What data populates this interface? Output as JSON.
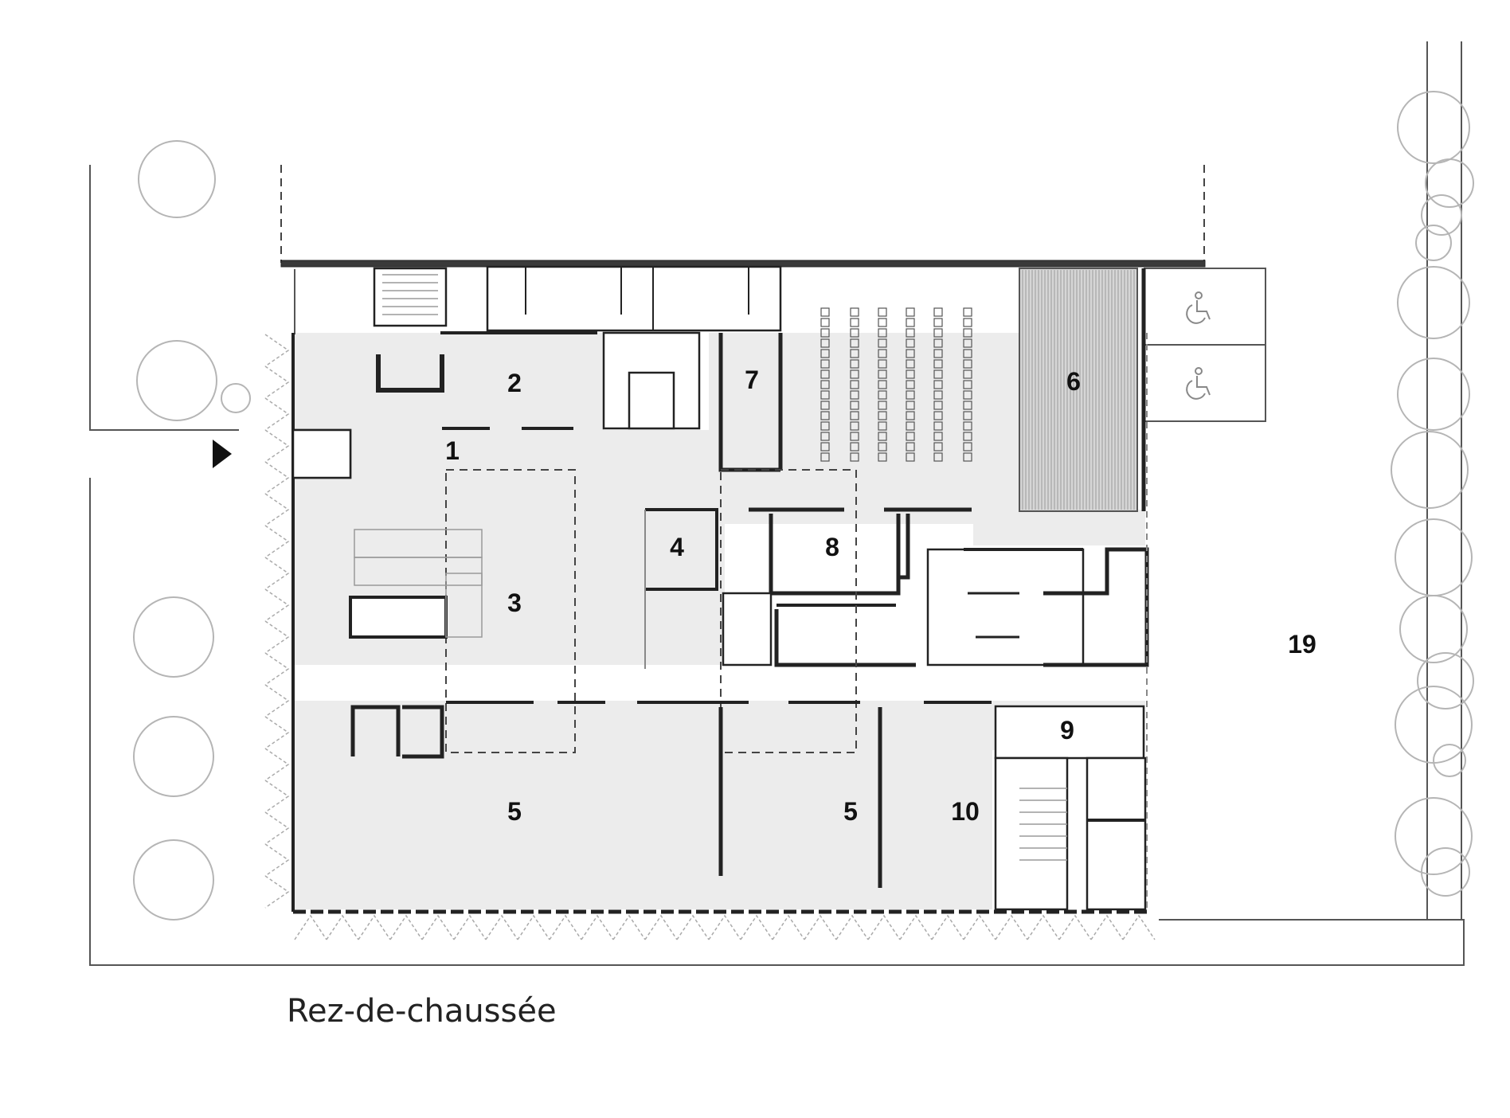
{
  "drawing": {
    "title": "Rez-de-chaussée",
    "room_labels": [
      {
        "id": "1",
        "text": "1"
      },
      {
        "id": "2",
        "text": "2"
      },
      {
        "id": "3",
        "text": "3"
      },
      {
        "id": "4",
        "text": "4"
      },
      {
        "id": "5a",
        "text": "5"
      },
      {
        "id": "5b",
        "text": "5"
      },
      {
        "id": "6",
        "text": "6"
      },
      {
        "id": "7",
        "text": "7"
      },
      {
        "id": "8",
        "text": "8"
      },
      {
        "id": "9",
        "text": "9"
      },
      {
        "id": "10",
        "text": "10"
      },
      {
        "id": "19",
        "text": "19"
      }
    ]
  },
  "icons": {
    "entrance": "entrance-arrow-icon",
    "accessible_parking": "wheelchair-icon"
  },
  "colors": {
    "floor_fill": "#ececec",
    "wall": "#222222",
    "background": "#ffffff"
  }
}
